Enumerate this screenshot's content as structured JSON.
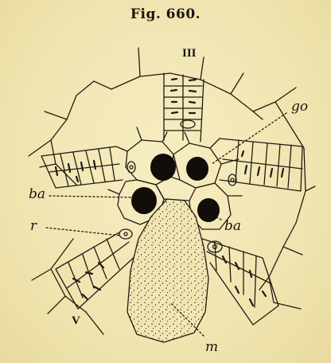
{
  "figure": {
    "title": "Fig. 660."
  },
  "labels": {
    "roman_top": "III",
    "roman_bottom_left": "V",
    "go": "go",
    "ba_left": "ba",
    "ba_right": "ba",
    "r": "r",
    "m": "m"
  }
}
